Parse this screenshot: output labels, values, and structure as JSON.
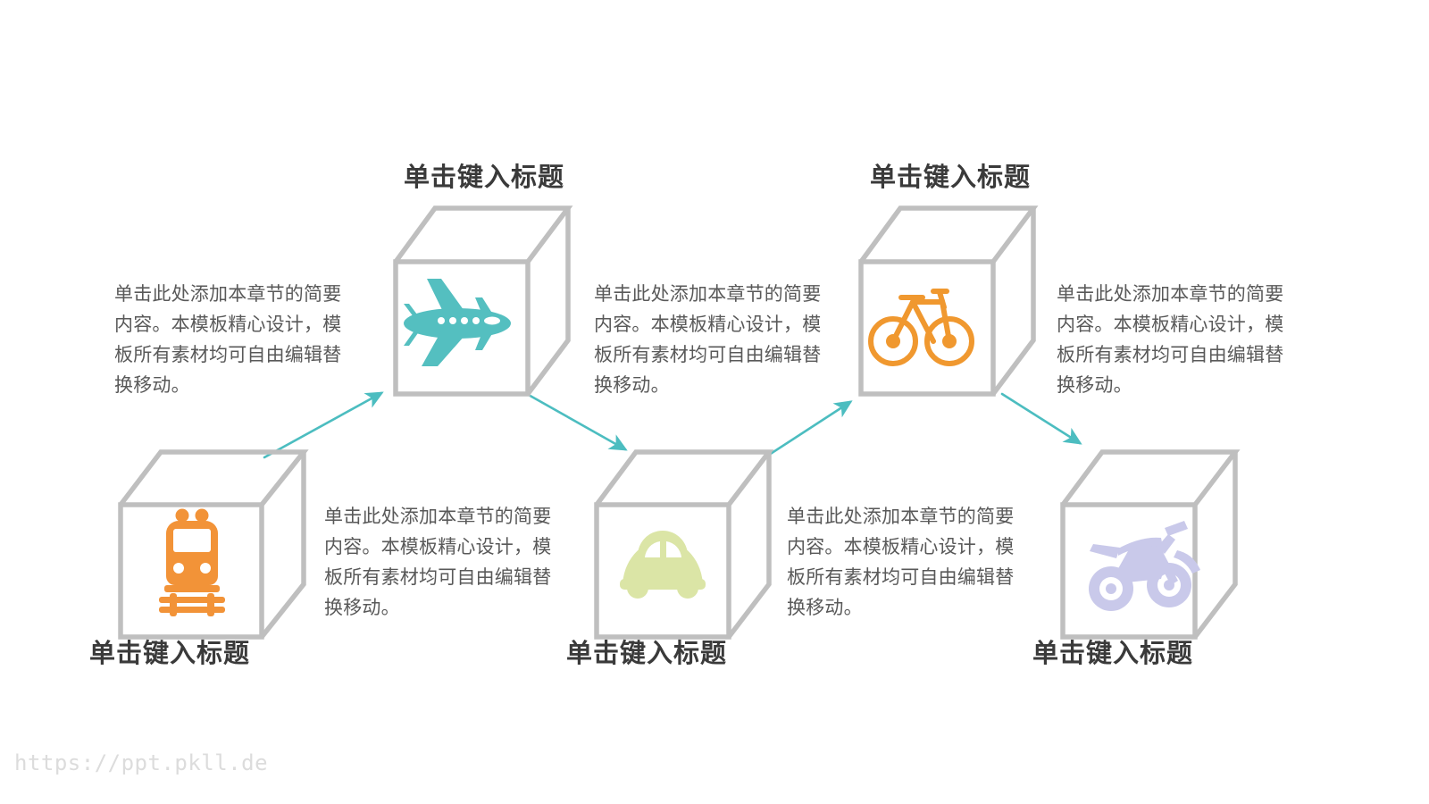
{
  "slide": {
    "background_color": "#ffffff",
    "watermark": "https://ppt.pkll.de",
    "title_color": "#3a3a3a",
    "body_color": "#595959",
    "cube_color": "#bfbfbf",
    "arrow_color": "#4cbdc0"
  },
  "shared": {
    "title": "单击键入标题",
    "description": "单击此处添加本章节的简要内容。本模板精心设计，模板所有素材均可自由编辑替换移动。"
  },
  "nodes": [
    {
      "id": "node-1",
      "icon": "train-icon",
      "icon_color": "#f29338",
      "row": "bottom",
      "title": "单击键入标题",
      "description": "单击此处添加本章节的简要内容。本模板精心设计，模板所有素材均可自由编辑替换移动。"
    },
    {
      "id": "node-2",
      "icon": "airplane-icon",
      "icon_color": "#54bfc0",
      "row": "top",
      "title": "单击键入标题",
      "description": "单击此处添加本章节的简要内容。本模板精心设计，模板所有素材均可自由编辑替换移动。"
    },
    {
      "id": "node-3",
      "icon": "car-icon",
      "icon_color": "#dbe5a6",
      "row": "bottom",
      "title": "单击键入标题",
      "description": "单击此处添加本章节的简要内容。本模板精心设计，模板所有素材均可自由编辑替换移动。"
    },
    {
      "id": "node-4",
      "icon": "bicycle-icon",
      "icon_color": "#f0982f",
      "row": "top",
      "title": "单击键入标题",
      "description": "单击此处添加本章节的简要内容。本模板精心设计，模板所有素材均可自由编辑替换移动。"
    },
    {
      "id": "node-5",
      "icon": "motorcycle-icon",
      "icon_color": "#c9c9ea",
      "row": "bottom",
      "title": "单击键入标题",
      "description": "单击此处添加本章节的简要内容。本模板精心设计，模板所有素材均可自由编辑替换移动。"
    }
  ],
  "connectors": [
    {
      "id": "arrow-1",
      "from": "node-1",
      "to": "node-2",
      "direction": "up-right"
    },
    {
      "id": "arrow-2",
      "from": "node-2",
      "to": "node-3",
      "direction": "down-right"
    },
    {
      "id": "arrow-3",
      "from": "node-3",
      "to": "node-4",
      "direction": "up-right"
    },
    {
      "id": "arrow-4",
      "from": "node-4",
      "to": "node-5",
      "direction": "down-right"
    }
  ]
}
